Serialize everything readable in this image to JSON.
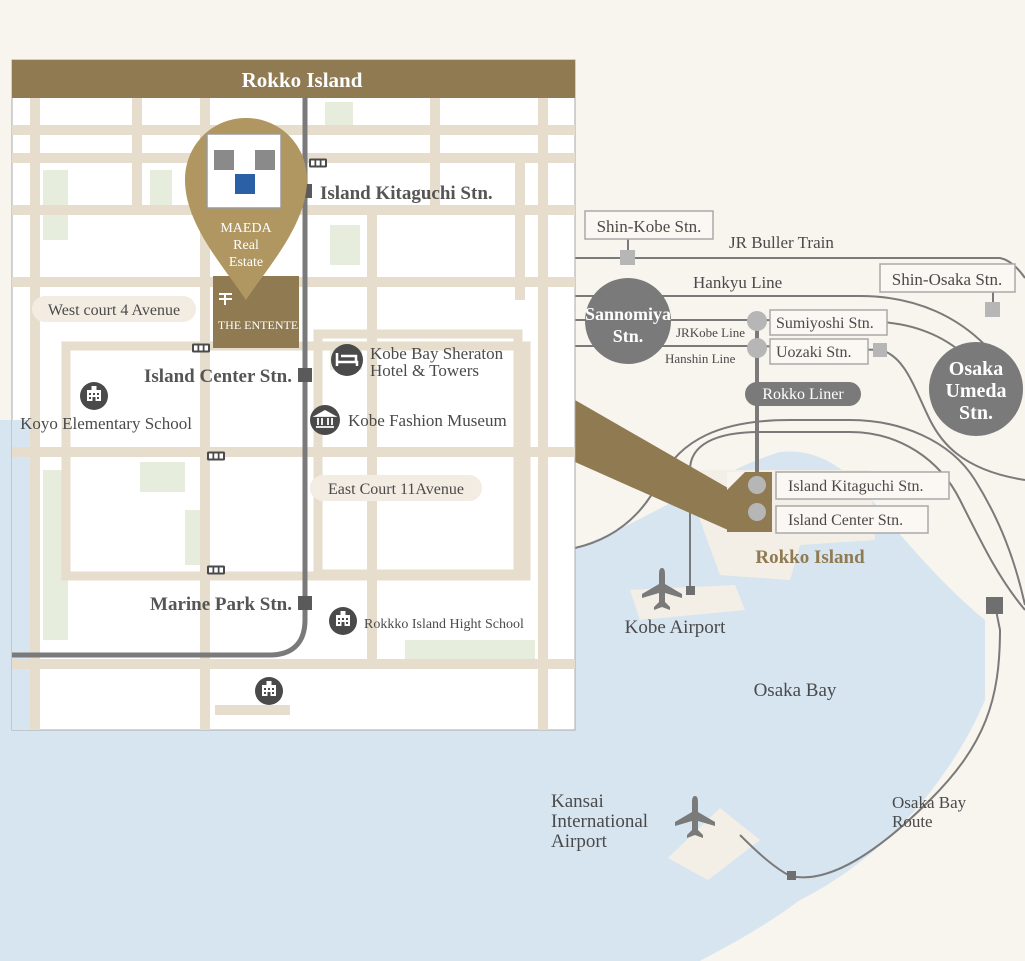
{
  "inset": {
    "title": "Rokko Island",
    "pin": {
      "line1": "MAEDA",
      "line2": "Real",
      "line3": "Estate",
      "building": "THE ENTENTE"
    },
    "stations": {
      "kitaguchi": "Island Kitaguchi Stn.",
      "center": "Island Center Stn.",
      "marine_park": "Marine Park Stn."
    },
    "avenues": {
      "west": "West court 4 Avenue",
      "east": "East Court 11Avenue"
    },
    "poi": {
      "school_koyo": "Koyo Elementary School",
      "hotel_line1": "Kobe Bay Sheraton",
      "hotel_line2": "Hotel & Towers",
      "museum": "Kobe Fashion Museum",
      "high_school": "Rokkko Island Hight School"
    }
  },
  "region": {
    "stations": {
      "shin_kobe": "Shin-Kobe Stn.",
      "sannomiya_1": "Sannomiya",
      "sannomiya_2": "Stn.",
      "shin_osaka": "Shin-Osaka Stn.",
      "sumiyoshi": "Sumiyoshi Stn.",
      "uozaki": "Uozaki Stn.",
      "umeda_1": "Osaka",
      "umeda_2": "Umeda",
      "umeda_3": "Stn.",
      "kitaguchi": "Island Kitaguchi Stn.",
      "center": "Island Center Stn."
    },
    "lines": {
      "jr": "JR  Buller Train",
      "hankyu": "Hankyu Line",
      "jrkobe": "JRKobe Line",
      "hanshin": "Hanshin Line",
      "rokko_liner": "Rokko Liner"
    },
    "places": {
      "rokko_island": "Rokko Island",
      "kobe_airport": "Kobe Airport",
      "osaka_bay": "Osaka Bay",
      "kansai_1": "Kansai",
      "kansai_2": "International",
      "kansai_3": "Airport",
      "bay_route_1": "Osaka Bay",
      "bay_route_2": "Route"
    }
  },
  "colors": {
    "land": "#f8f4ee",
    "sea": "#d7e5f1",
    "gold": "#8f7a51",
    "pin_gold": "#b09660",
    "line_gray": "#7a7a7a",
    "road": "#e6ddcc",
    "green": "#e6eddc",
    "text": "#4a4a4a"
  },
  "icons": [
    "building-icon",
    "hotel-icon",
    "museum-icon",
    "airplane-icon",
    "pin-icon",
    "train-icon"
  ]
}
